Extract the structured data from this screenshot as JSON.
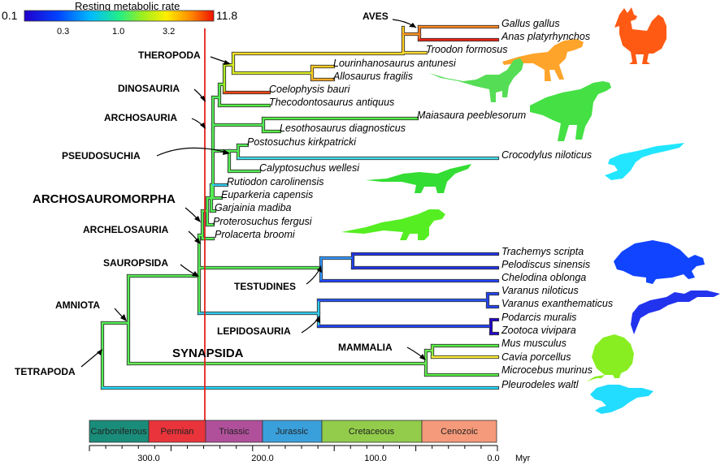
{
  "colorbar": {
    "title": "Resting metabolic rate",
    "min_label": "0.1",
    "max_label": "11.8",
    "ticks": [
      "0.3",
      "1.0",
      "3.2"
    ],
    "colors": [
      "#2200cc",
      "#0055ff",
      "#00ccff",
      "#22ee88",
      "#99ee22",
      "#ffee00",
      "#ff8800",
      "#ee1100"
    ]
  },
  "taxa": [
    "Gallus gallus",
    "Anas platyrhynchos",
    "Troodon formosus",
    "Lourinhanosaurus antunesi",
    "Allosaurus fragilis",
    "Coelophysis bauri",
    "Thecodontosaurus antiquus",
    "Maiasaura peeblesorum",
    "Lesothosaurus diagnosticus",
    "Postosuchus kirkpatricki",
    "Crocodylus niloticus",
    "Calyptosuchus wellesi",
    "Rutiodon carolinensis",
    "Euparkeria capensis",
    "Garjainia madiba",
    "Proterosuchus fergusi",
    "Prolacerta broomi",
    "Trachemys scripta",
    "Pelodiscus sinensis",
    "Chelodina oblonga",
    "Varanus niloticus",
    "Varanus exanthematicus",
    "Podarcis muralis",
    "Zootoca vivipara",
    "Mus musculus",
    "Cavia porcellus",
    "Microcebus murinus",
    "Pleurodeles waltl"
  ],
  "clades": {
    "aves": "AVES",
    "theropoda": "THEROPODA",
    "dinosauria": "DINOSAURIA",
    "archosauria": "ARCHOSAURIA",
    "pseudosuchia": "PSEUDOSUCHIA",
    "archosauromorpha": "ARCHOSAUROMORPHA",
    "archelosauria": "ARCHELOSAURIA",
    "sauropsida": "SAUROPSIDA",
    "testudines": "TESTUDINES",
    "amniota": "AMNIOTA",
    "lepidosauria": "LEPIDOSAURIA",
    "synapsida": "SYNAPSIDA",
    "mammalia": "MAMMALIA",
    "tetrapoda": "TETRAPODA"
  },
  "timescale": {
    "periods": [
      {
        "name": "Carboniferous",
        "color": "#1a8c7a"
      },
      {
        "name": "Permian",
        "color": "#e8343a"
      },
      {
        "name": "Triassic",
        "color": "#b0509a"
      },
      {
        "name": "Jurassic",
        "color": "#3aa0dc"
      },
      {
        "name": "Cretaceous",
        "color": "#92cc4a"
      },
      {
        "name": "Cenozoic",
        "color": "#f59a7a"
      }
    ],
    "ticks": [
      "300.0",
      "200.0",
      "100.0",
      "0.0"
    ],
    "unit": "Myr"
  }
}
